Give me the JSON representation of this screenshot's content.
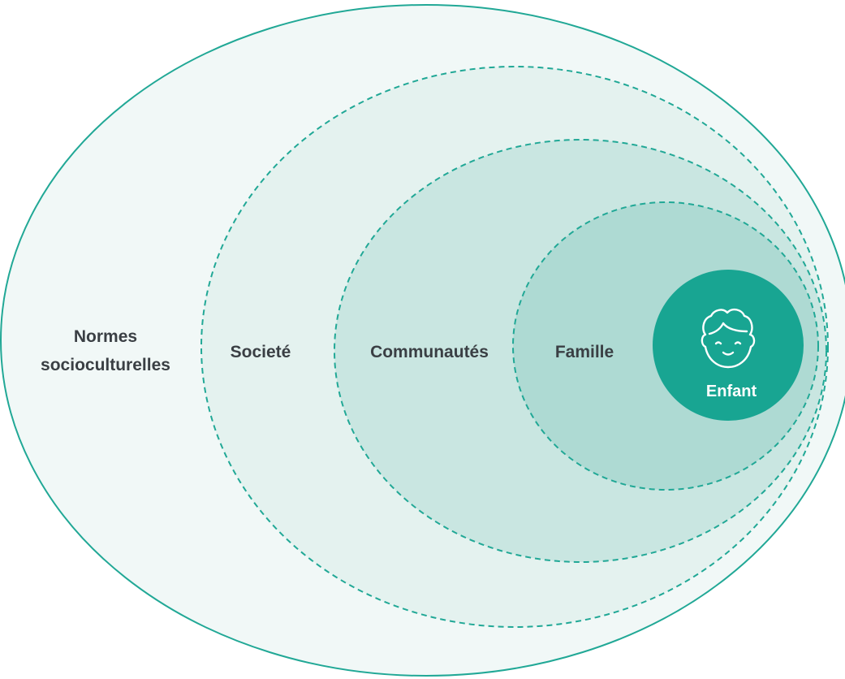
{
  "diagram": {
    "layers": [
      {
        "name": "normes",
        "label_lines": [
          "Normes",
          "socioculturelles"
        ]
      },
      {
        "name": "societe",
        "label": "Societé"
      },
      {
        "name": "communautes",
        "label": "Communautés"
      },
      {
        "name": "famille",
        "label": "Famille"
      }
    ],
    "center": {
      "label": "Enfant",
      "icon": "child-face-icon"
    },
    "colors": {
      "stroke": "#21a896",
      "center": "#18a592",
      "text": "#3a3f44"
    }
  }
}
